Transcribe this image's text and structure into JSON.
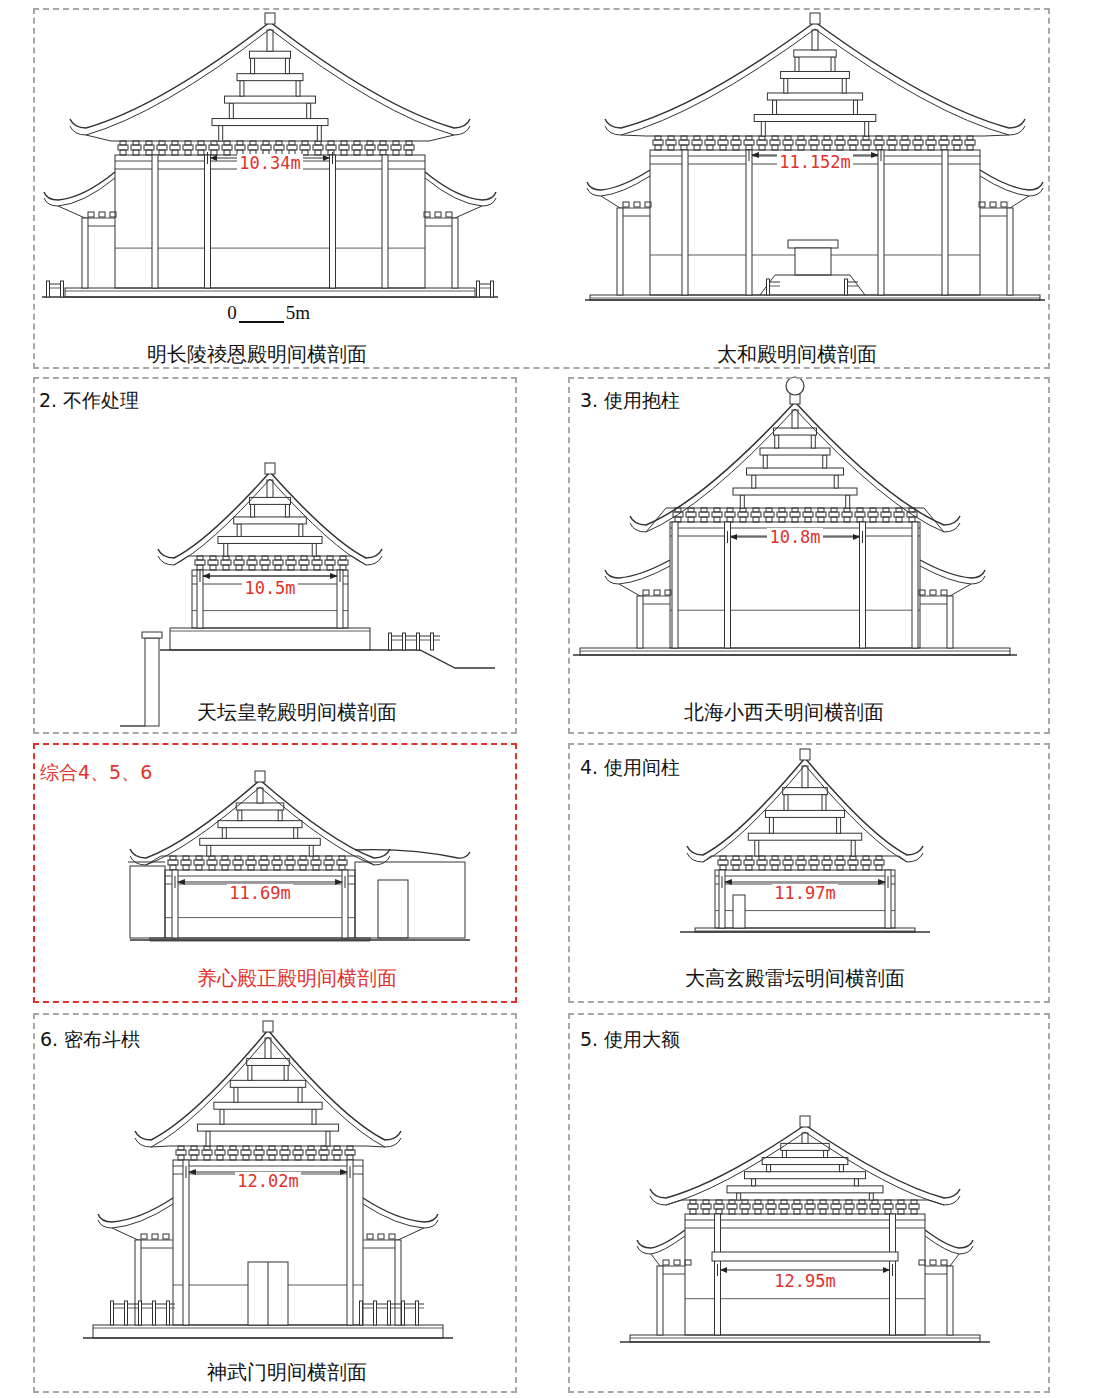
{
  "diagram": {
    "nodes": [
      {
        "text": [
          "明长陵祾恩殿明间横剖面",
          "太和殿明间横剖面"
        ]
      },
      {
        "text": [
          "2. 不作处理",
          "天坛皇乾殿明间横剖面"
        ]
      },
      {
        "text": [
          "3. 使用抱柱",
          "北海小西天明间横剖面"
        ]
      },
      {
        "text": [
          "综合4、5、6",
          "养心殿正殿明间横剖面"
        ]
      },
      {
        "text": [
          "4. 使用间柱",
          "大高玄殿雷坛明间横剖面"
        ]
      },
      {
        "text": [
          "6. 密布斗栱",
          "神武门明间横剖面"
        ]
      },
      {
        "text": [
          "5. 使用大额"
        ]
      }
    ],
    "labels": [
      "10.34m",
      "0",
      "5m",
      "11.152m",
      "10.5m",
      "10.8m",
      "11.69m",
      "11.97m",
      "12.02m",
      "12.95m"
    ]
  }
}
